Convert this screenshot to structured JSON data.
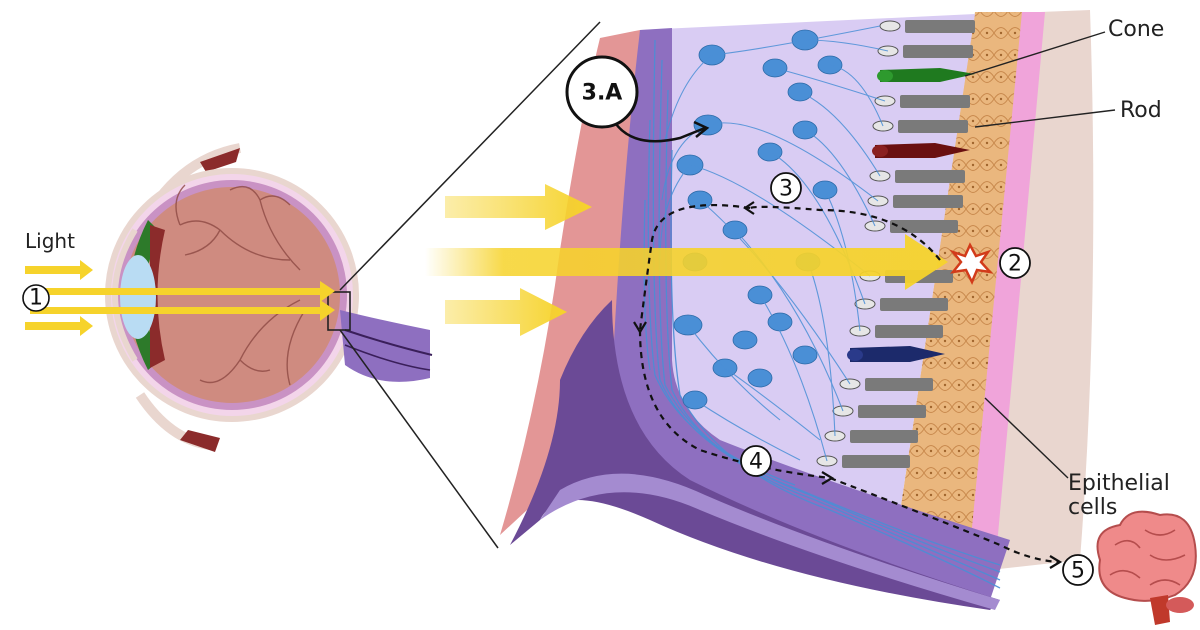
{
  "labels": {
    "light": "Light",
    "cone": "Cone",
    "rod": "Rod",
    "epithelial_line1": "Epithelial",
    "epithelial_line2": "cells"
  },
  "steps": [
    "1",
    "2",
    "3",
    "3.A",
    "4",
    "5"
  ],
  "colors": {
    "light_beam": "#f6d32b",
    "ganglion_cell": "#4a8fd6",
    "retina_bg": "#d9ccf3",
    "nerve_fiber_layer": "#8e6fc0",
    "choroid": "#f0a4da",
    "sclera": "#e9d6cf",
    "pigment_epithelium": "#e9b67c",
    "cone_green": "#1f7a1f",
    "cone_red": "#6a1010",
    "cone_blue": "#1c2a6b",
    "brain": "#ef8a8a"
  },
  "icons": [
    "eye-illustration",
    "retina-cross-section",
    "brain-icon",
    "light-arrow-icon"
  ]
}
